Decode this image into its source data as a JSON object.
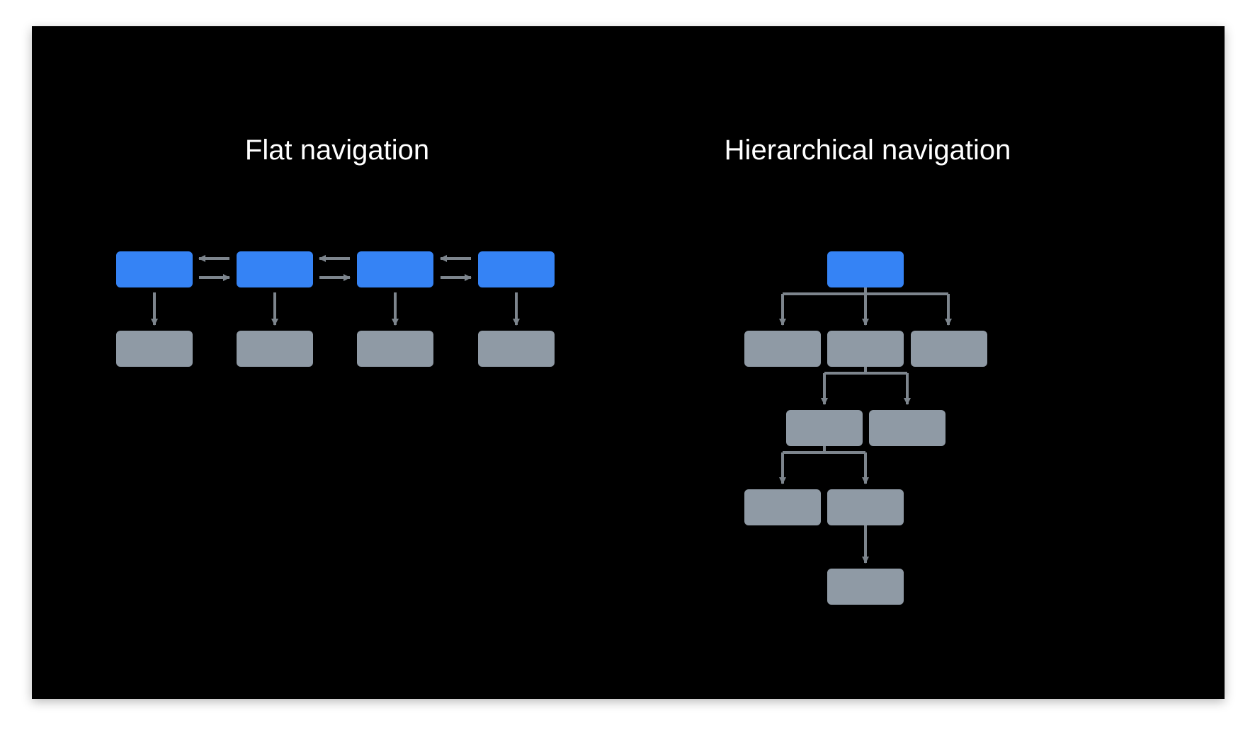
{
  "slide": {
    "flat_title": "Flat navigation",
    "hierarchical_title": "Hierarchical navigation"
  },
  "colors": {
    "background": "#000000",
    "primary_screen": "#3583f5",
    "secondary_screen": "#8f9aa5",
    "connector": "#7d858d",
    "title_text": "#ffffff"
  },
  "flat_navigation": {
    "primary_count": 4,
    "child_count_per_primary": 1
  },
  "hierarchical_navigation": {
    "levels": [
      1,
      3,
      2,
      2,
      1
    ]
  }
}
